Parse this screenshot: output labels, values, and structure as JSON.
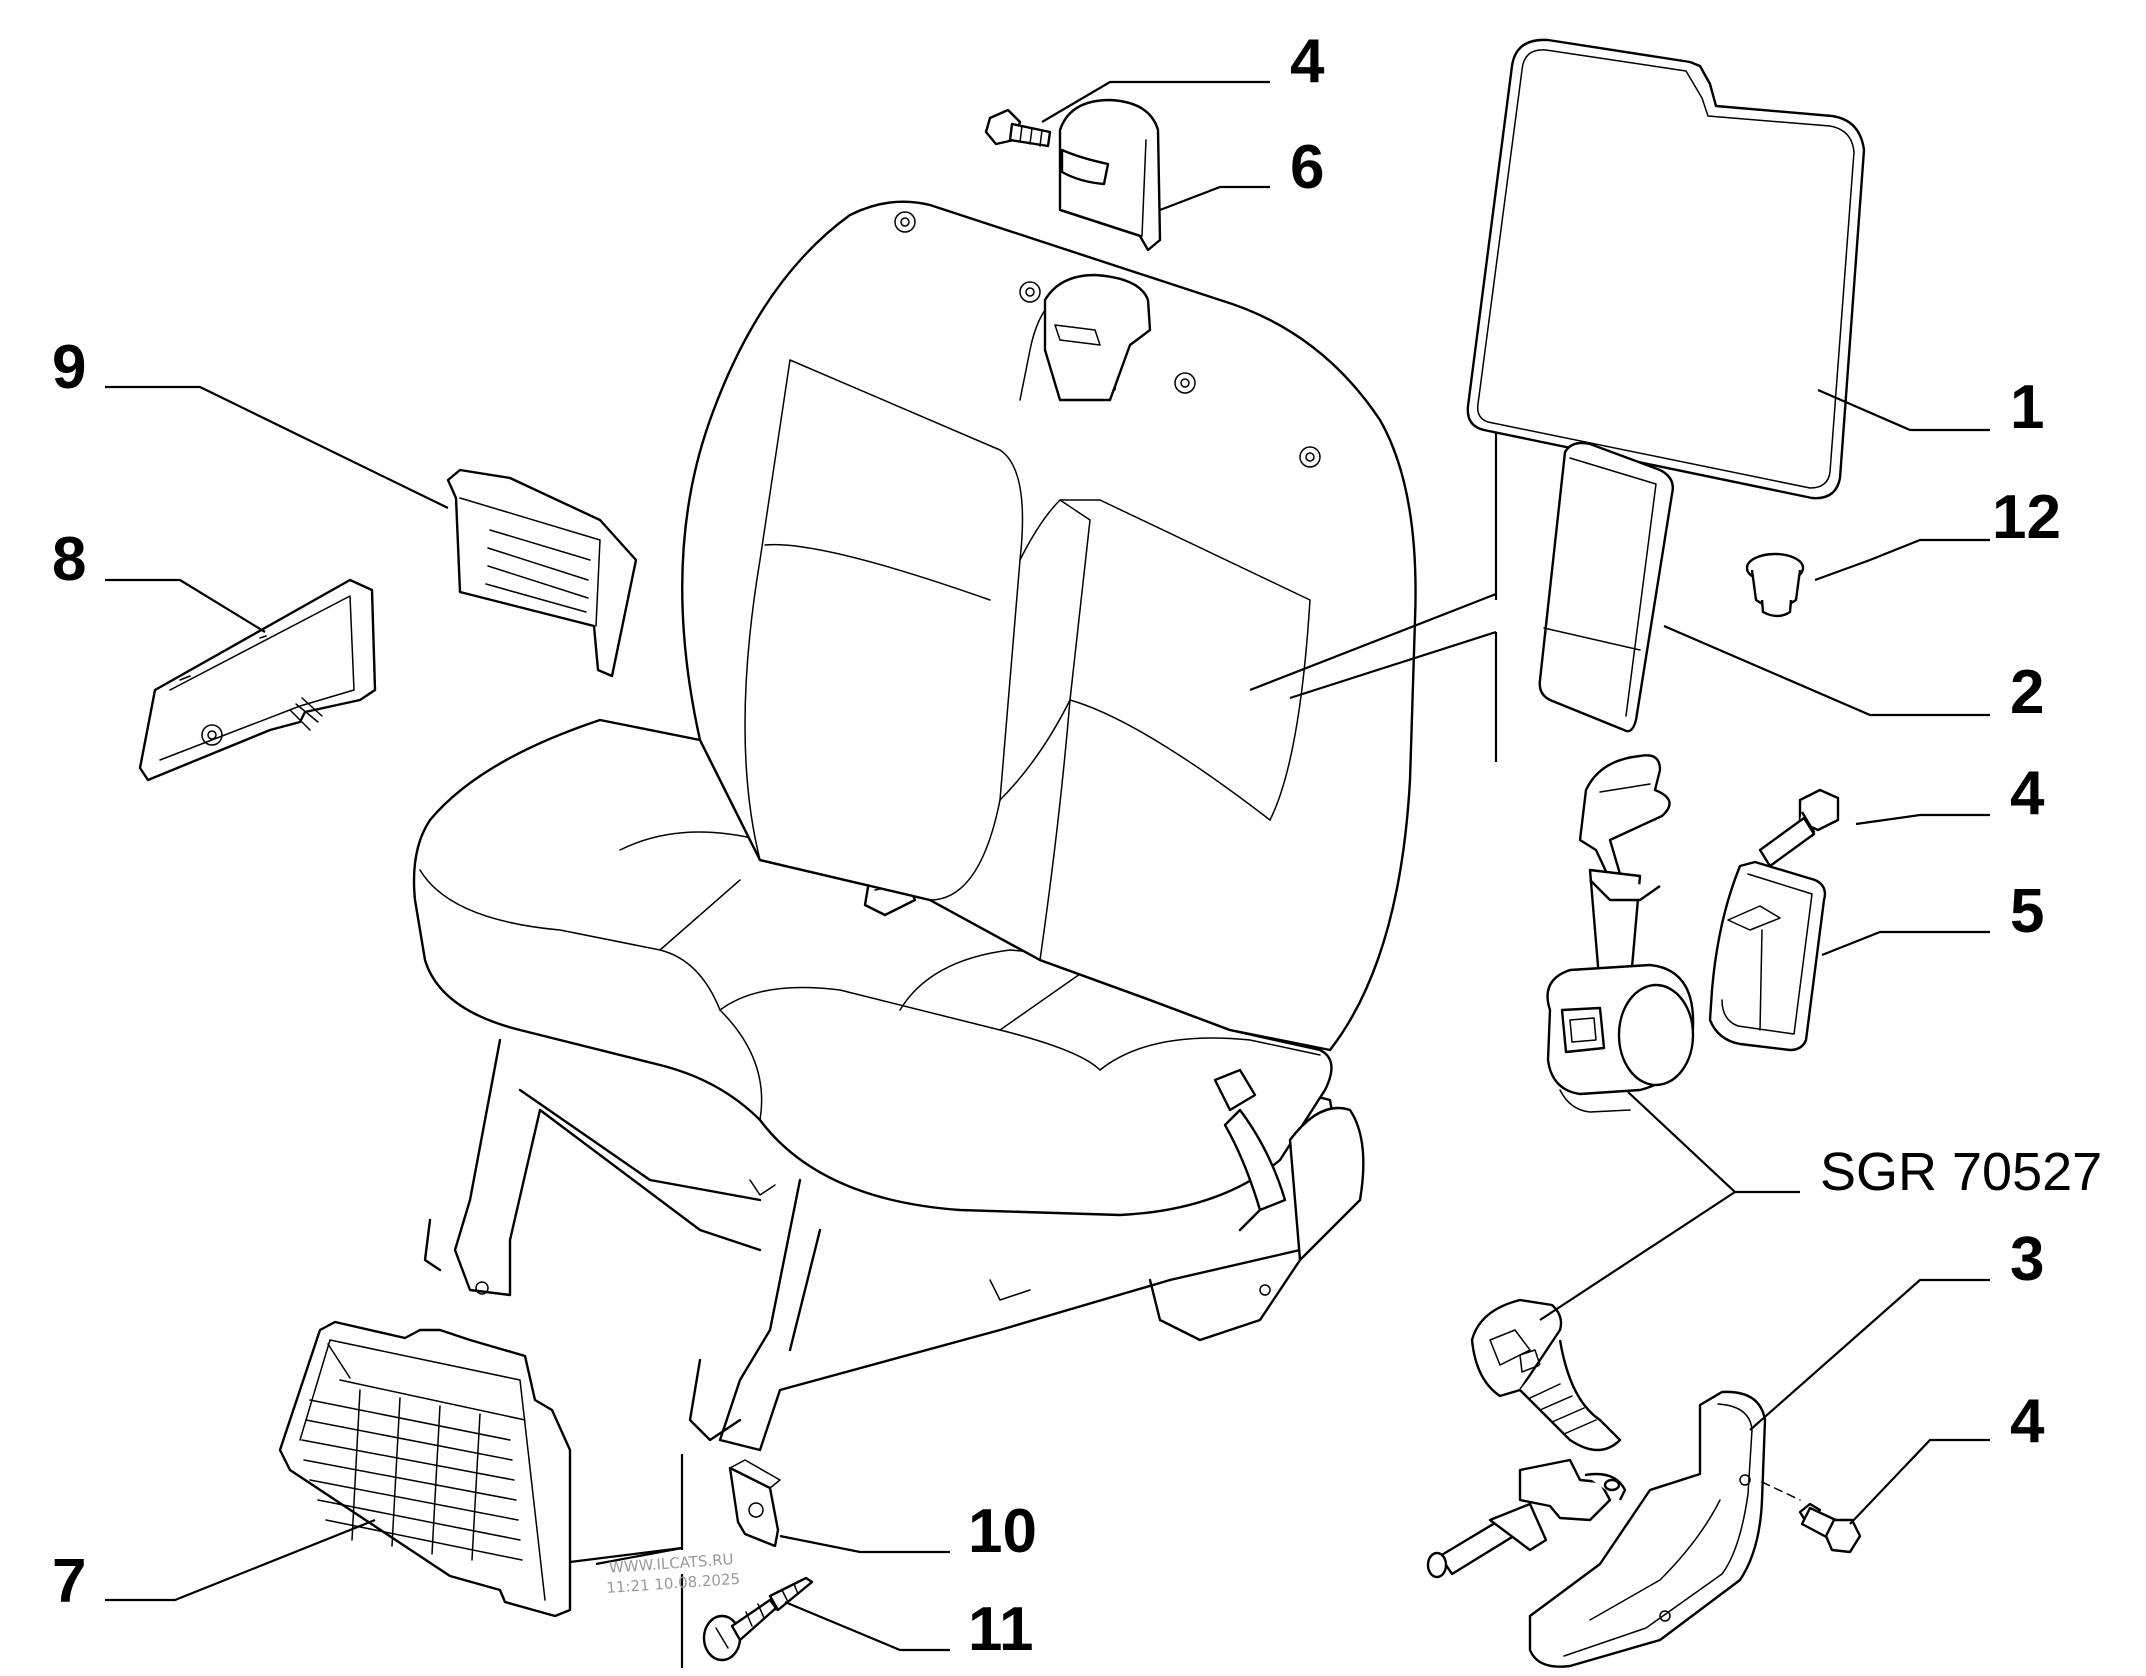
{
  "diagram": {
    "reference_code": "SGR 70527",
    "watermark": [
      "WWW.ILCATS.RU",
      "11:21 10.08.2025"
    ],
    "callouts": [
      {
        "id": "c1",
        "label": "1"
      },
      {
        "id": "c12",
        "label": "12"
      },
      {
        "id": "c2",
        "label": "2"
      },
      {
        "id": "c4a",
        "label": "4"
      },
      {
        "id": "c6",
        "label": "6"
      },
      {
        "id": "c9",
        "label": "9"
      },
      {
        "id": "c8",
        "label": "8"
      },
      {
        "id": "c4b",
        "label": "4"
      },
      {
        "id": "c5",
        "label": "5"
      },
      {
        "id": "c3",
        "label": "3"
      },
      {
        "id": "c4c",
        "label": "4"
      },
      {
        "id": "c10",
        "label": "10"
      },
      {
        "id": "c11",
        "label": "11"
      },
      {
        "id": "c7",
        "label": "7"
      }
    ]
  }
}
